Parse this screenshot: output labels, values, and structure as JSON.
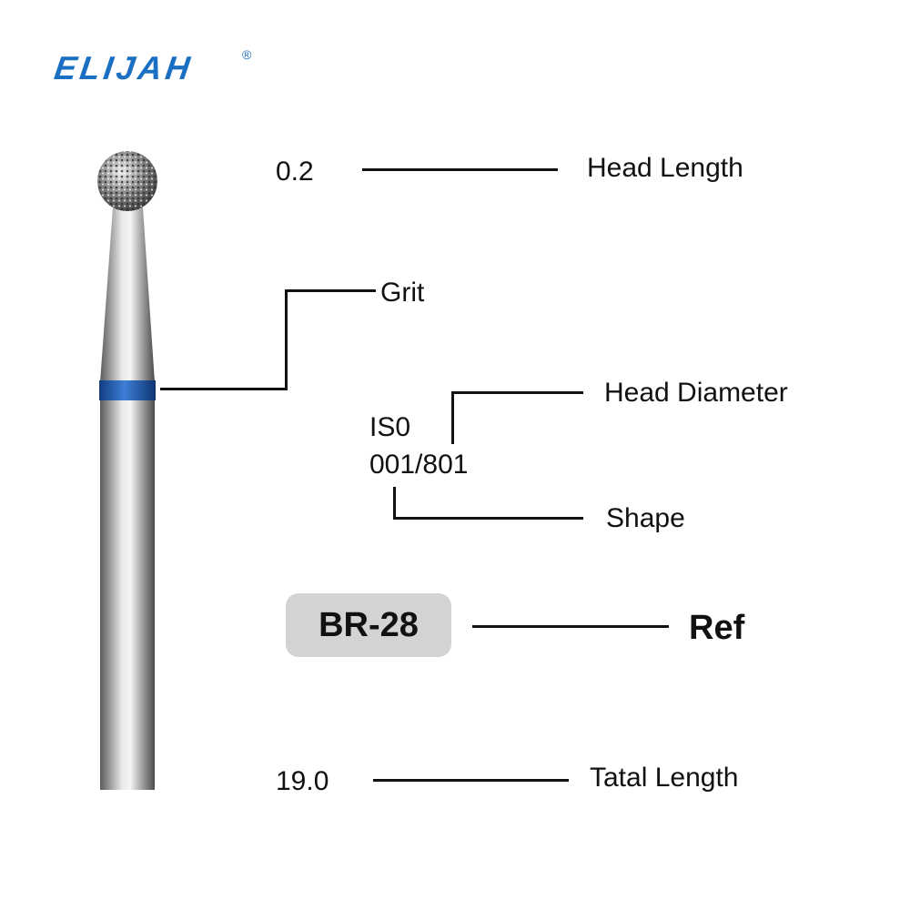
{
  "brand": {
    "logo_text": "ELIJAH",
    "registered": "®",
    "color": "#1a6fc2"
  },
  "labels": {
    "head_length_value": "0.2",
    "head_length_label": "Head Length",
    "grit_label": "Grit",
    "iso_prefix": "IS0",
    "iso_code": "001/801",
    "head_diameter_label": "Head Diameter",
    "shape_label": "Shape",
    "ref_code": "BR-28",
    "ref_label": "Ref",
    "total_length_value": "19.0",
    "total_length_label": "Tatal Length"
  },
  "colors": {
    "grit_band": "#1f5fb8",
    "ref_box": "#d3d3d3",
    "line": "#111111"
  }
}
